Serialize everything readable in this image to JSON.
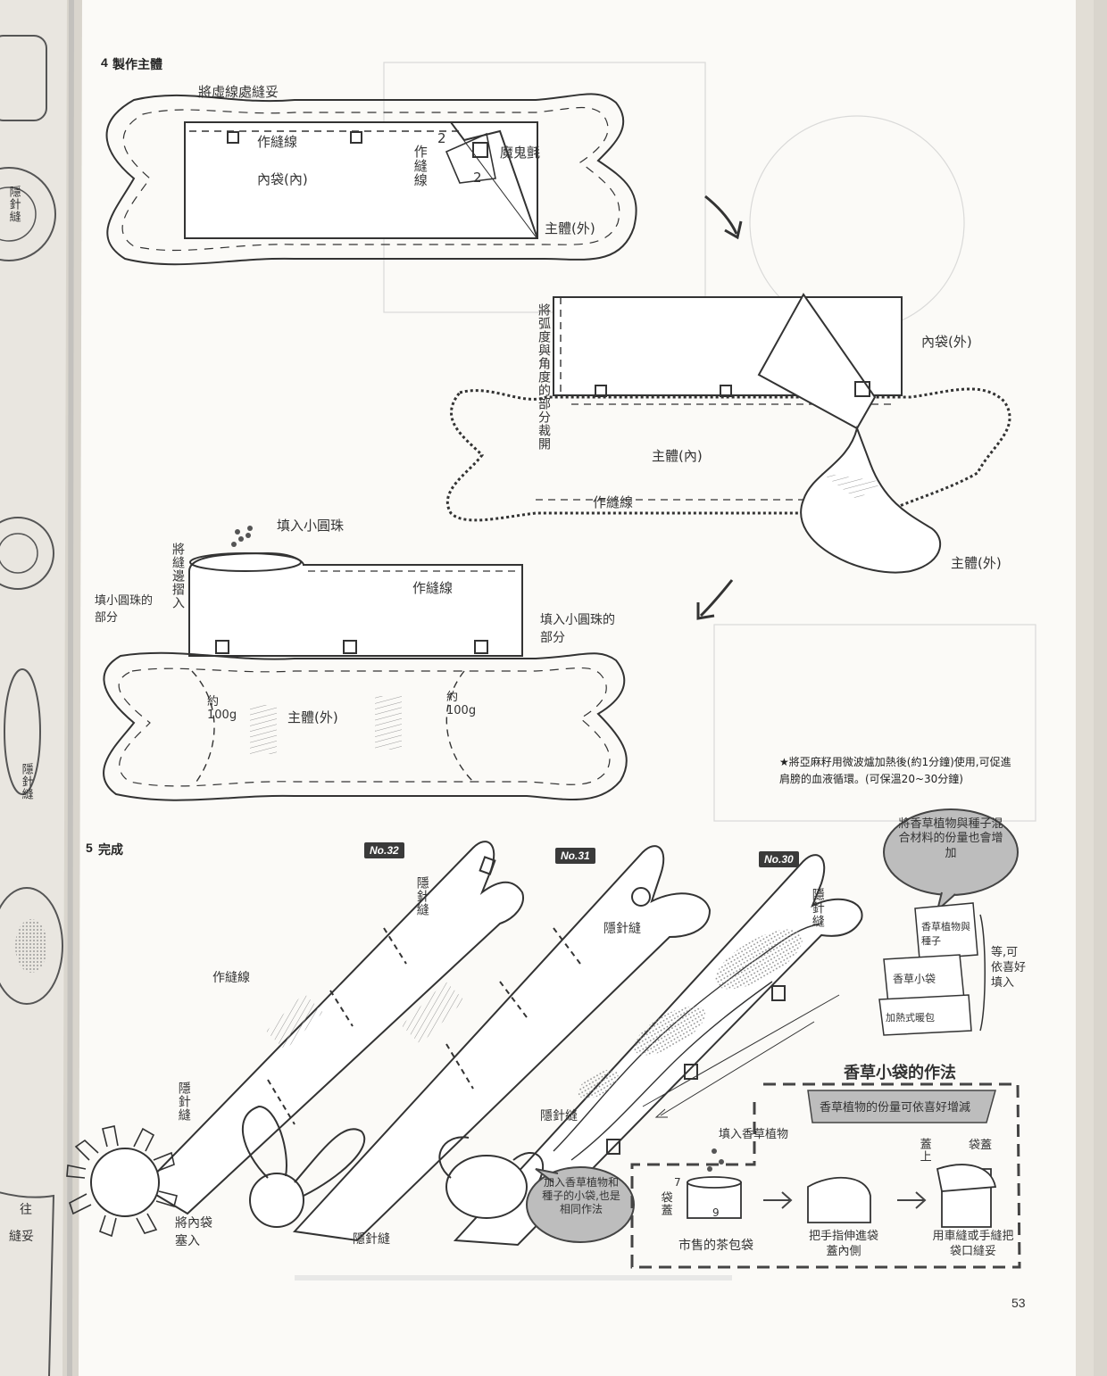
{
  "page_number": "53",
  "steps": {
    "s4": {
      "num": "4",
      "title": "製作主體"
    },
    "s5": {
      "num": "5",
      "title": "完成"
    }
  },
  "labels": {
    "dotted_sew": "將虛線處縫妥",
    "seam_line": "作縫線",
    "inner_bag_in": "內袋(內)",
    "seam_line_vert": "作縫線",
    "velcro": "魔鬼氈",
    "dim_2a": "2",
    "dim_2b": "2",
    "body_out": "主體(外)",
    "cut_curves": "將弧度與角度的部分裁開",
    "inner_bag_out": "內袋(外)",
    "body_in": "主體(內)",
    "seam_line_2": "作縫線",
    "body_out_2": "主體(外)",
    "fill_beads": "填入小圓珠",
    "fold_seam_in": "將縫邊摺入",
    "seam_line_3": "作縫線",
    "beads_part_left": "填小圓珠的部分",
    "beads_part_right": "填入小圓珠的部分",
    "approx_left": "約100g",
    "approx_right": "約100g",
    "body_out_3": "主體(外)",
    "hidden_stitch_1": "隱針縫",
    "hidden_stitch_2": "隱針縫",
    "hidden_stitch_3": "隱針縫",
    "hidden_stitch_4": "隱針縫",
    "hidden_stitch_5": "隱針縫",
    "hidden_stitch_6": "隱針縫",
    "seam_line_4": "作縫線",
    "insert_inner": "將內袋塞入",
    "bubble_top": "將香草植物與種子混合材料的份量也會增加",
    "item_herbs": "香草植物與種子",
    "item_sachet": "香草小袋",
    "item_heat": "加熱式暖包",
    "options": "等,可依喜好填入",
    "bubble_bottom": "加入香草植物和種子的小袋,也是相同作法",
    "herb_title": "香草小袋的作法",
    "herb_sub": "香草植物的份量可依喜好增減",
    "fill_herbs": "填入香草植物",
    "bag_lid": "袋蓋",
    "lid_top": "蓋上",
    "bag_lid_2": "袋蓋",
    "tea_bag": "市售的茶包袋",
    "finger": "把手指伸進袋蓋內側",
    "sew_shut": "用車縫或手縫把袋口縫妥",
    "dim_7": "7",
    "dim_9": "9",
    "left_vert": "隱針縫",
    "left_vert_2": "隱針縫",
    "left_bottom": "往",
    "left_bottom_2": "縫妥"
  },
  "badges": [
    "No.32",
    "No.31",
    "No.30"
  ],
  "note": "★將亞麻籽用微波爐加熱後(約1分鐘)使用,可促進肩膀的血液循環。(可保溫20~30分鐘)"
}
